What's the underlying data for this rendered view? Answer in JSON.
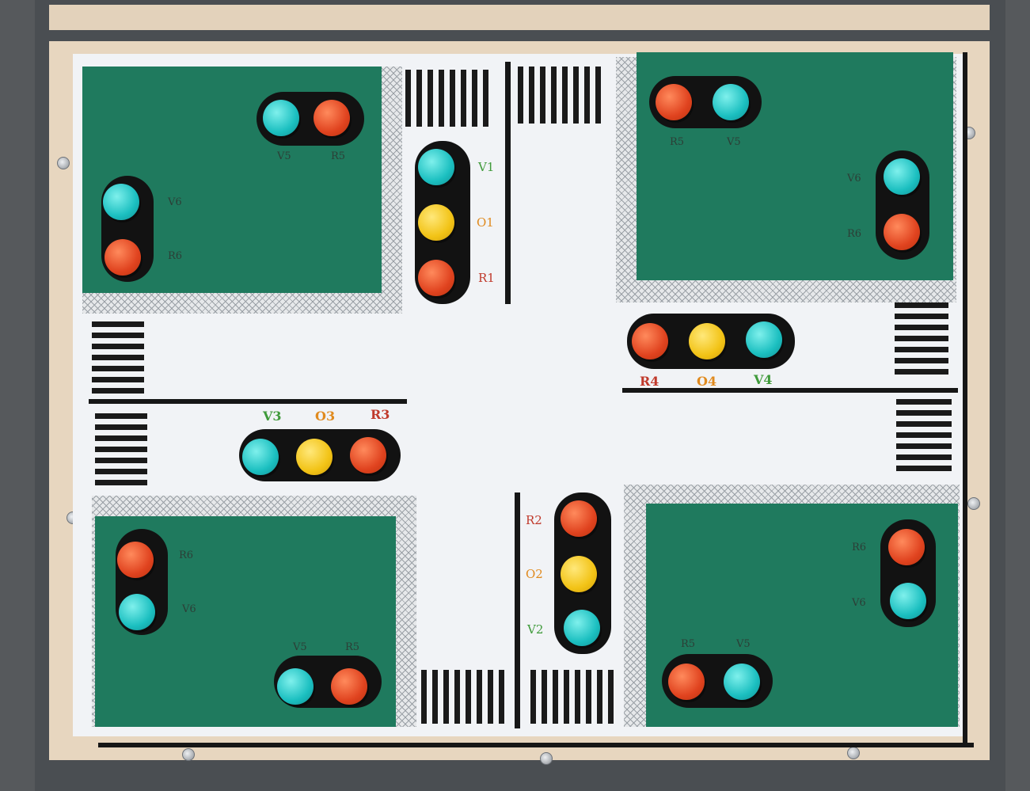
{
  "labels": {
    "tl_top": [
      "V5",
      "R5"
    ],
    "tl_side": [
      "V6",
      "R6"
    ],
    "tr_top": [
      "R5",
      "V5"
    ],
    "tr_side": [
      "V6",
      "R6"
    ],
    "bl_side": [
      "R6",
      "V6"
    ],
    "bl_bottom": [
      "V5",
      "R5"
    ],
    "br_side": [
      "R6",
      "V6"
    ],
    "br_bottom": [
      "R5",
      "V5"
    ],
    "north": [
      "V1",
      "O1",
      "R1"
    ],
    "south": [
      "R2",
      "O2",
      "V2"
    ],
    "west": [
      "V3",
      "O3",
      "R3"
    ],
    "east": [
      "R4",
      "O4",
      "V4"
    ]
  },
  "colors": {
    "red_label": "#c0392b",
    "amber_label": "#e08a1e",
    "green_label": "#3f9a3a",
    "block_green": "#1f7a5e"
  }
}
